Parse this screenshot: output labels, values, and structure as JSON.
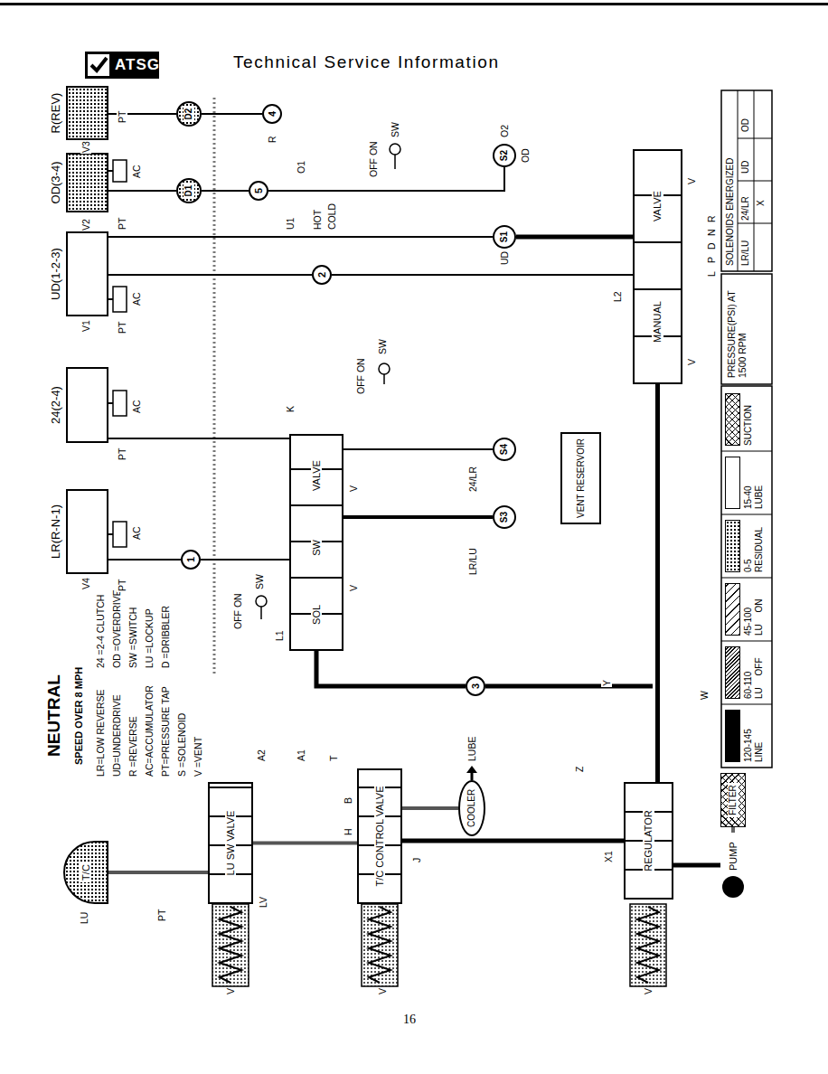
{
  "diagram": {
    "title": "NEUTRAL",
    "nodes": [
      {
        "text": [
          "R(REV)"
        ]
      },
      {
        "text": [
          "OD(3-4)"
        ]
      },
      {
        "text": [
          "UD(1-2-3)"
        ]
      },
      {
        "text": [
          "24(2-4)"
        ]
      },
      {
        "text": [
          "LR(R-N-1)"
        ]
      },
      {
        "text": [
          "D2"
        ]
      },
      {
        "text": [
          "D1"
        ]
      },
      {
        "text": [
          "4"
        ]
      },
      {
        "text": [
          "5"
        ]
      },
      {
        "text": [
          "2"
        ]
      },
      {
        "text": [
          "1"
        ]
      },
      {
        "text": [
          "3"
        ]
      },
      {
        "text": [
          "S2"
        ]
      },
      {
        "text": [
          "S1"
        ]
      },
      {
        "text": [
          "S4"
        ]
      },
      {
        "text": [
          "S3"
        ]
      },
      {
        "text": [
          "SOL",
          "SW",
          "VALVE"
        ]
      },
      {
        "text": [
          "MANUAL",
          "VALVE"
        ]
      },
      {
        "text": [
          "VENT RESERVOIR"
        ]
      },
      {
        "text": [
          "LU SW VALVE"
        ]
      },
      {
        "text": [
          "T/C CONTROL VALVE"
        ]
      },
      {
        "text": [
          "REGULATOR"
        ]
      },
      {
        "text": [
          "T/C"
        ]
      },
      {
        "text": [
          "COOLER"
        ]
      },
      {
        "text": [
          "FILTER"
        ]
      },
      {
        "text": [
          "PUMP"
        ]
      }
    ],
    "edges": [
      {
        "from": 21,
        "to": 17,
        "arrow": "none"
      },
      {
        "from": 21,
        "to": 20,
        "arrow": "none"
      },
      {
        "from": 20,
        "to": 19,
        "arrow": "none"
      },
      {
        "from": 19,
        "to": 22,
        "arrow": "none"
      },
      {
        "from": 20,
        "to": 23,
        "arrow": "none"
      },
      {
        "from": 24,
        "to": 25,
        "arrow": "none"
      },
      {
        "from": 25,
        "to": 21,
        "arrow": "none"
      },
      {
        "from": 16,
        "to": 10,
        "arrow": "none"
      },
      {
        "from": 10,
        "to": 4,
        "arrow": "none"
      },
      {
        "from": 17,
        "to": 13,
        "arrow": "none"
      },
      {
        "from": 13,
        "to": 2,
        "arrow": "none"
      },
      {
        "from": 12,
        "to": 8,
        "arrow": "none"
      },
      {
        "from": 8,
        "to": 6,
        "arrow": "none"
      },
      {
        "from": 6,
        "to": 1,
        "arrow": "none"
      },
      {
        "from": 7,
        "to": 5,
        "arrow": "none"
      },
      {
        "from": 5,
        "to": 0,
        "arrow": "none"
      },
      {
        "from": 15,
        "to": 16,
        "arrow": "none"
      },
      {
        "from": 14,
        "to": 16,
        "arrow": "none"
      },
      {
        "from": 11,
        "to": 16,
        "arrow": "none"
      },
      {
        "from": 16,
        "to": 3,
        "arrow": "none"
      },
      {
        "from": 17,
        "to": 9,
        "arrow": "none"
      },
      {
        "from": 9,
        "to": 2,
        "arrow": "none"
      }
    ],
    "labels": [
      "ATSG",
      "Technical Service Information",
      "16",
      "SPEED OVER 8 MPH",
      "LR=LOW REVERSE",
      "UD=UNDERDRIVE",
      "R =REVERSE",
      "AC=ACCUMULATOR",
      "PT=PRESSURE TAP",
      "S =SOLENOID",
      "V =VENT",
      "24 =2-4 CLUTCH",
      "OD =OVERDRIVE",
      "SW =SWITCH",
      "LU =LOCKUP",
      "D =DRIBBLER",
      "V4",
      "V1",
      "V2",
      "V3",
      "AC",
      "AC",
      "AC",
      "AC",
      "PT",
      "PT",
      "PT",
      "PT",
      "PT",
      "PT",
      "R",
      "O1",
      "U1",
      "HOT",
      "COLD",
      "K",
      "L1",
      "A2",
      "A1",
      "T",
      "B",
      "H",
      "J",
      "Z",
      "Y",
      "W",
      "X1",
      "L2",
      "O2",
      "OFF ON",
      "SW",
      "OFF ON",
      "SW",
      "OFF ON",
      "SW",
      "OD",
      "UD",
      "24/LR",
      "LR/LU",
      "LU",
      "LV",
      "LUBE",
      "V",
      "V",
      "V",
      "V",
      "V",
      "V",
      "V",
      "R",
      "N",
      "D",
      "P",
      "L",
      "PRESSURE(PSI) AT 1500 RPM",
      "SOLENOIDS ENERGIZED",
      "LR/LU",
      "24/LR",
      "UD",
      "OD",
      "X"
    ],
    "legend": [
      {
        "text": "120-145 LINE",
        "color": "#000000"
      },
      {
        "text": "60-110 LU OFF"
      },
      {
        "text": "45-100 LU ON"
      },
      {
        "text": "0-5 RESIDUAL"
      },
      {
        "text": "15-40 LUBE",
        "color": "#ffffff"
      },
      {
        "text": "SUCTION"
      }
    ]
  }
}
